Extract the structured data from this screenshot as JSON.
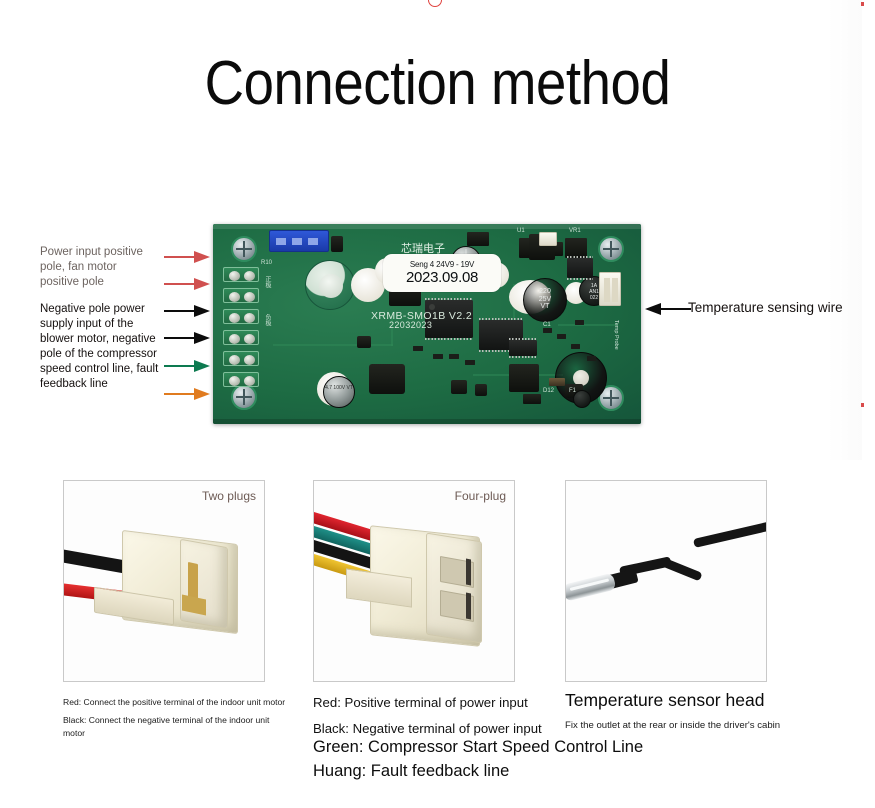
{
  "page": {
    "title": "Connection method",
    "background": "#ffffff"
  },
  "annotations": {
    "left_group_1": {
      "color": "#6d6460",
      "lines": [
        "Power input positive",
        "pole, fan motor",
        "positive pole"
      ]
    },
    "left_group_2": {
      "color": "#15100f",
      "lines": [
        "Negative pole power",
        "supply input of the",
        "blower motor, negative",
        "pole of the compressor",
        "speed control line, fault",
        "feedback line"
      ]
    },
    "right_label": {
      "text": "Temperature sensing wire",
      "color": "#15100f"
    },
    "arrows": [
      {
        "name": "arrow-power-positive-1",
        "color": "#d0504f",
        "direction": "right"
      },
      {
        "name": "arrow-power-positive-2",
        "color": "#d0504f",
        "direction": "right"
      },
      {
        "name": "arrow-negative-1",
        "color": "#0c0c0c",
        "direction": "right"
      },
      {
        "name": "arrow-negative-2",
        "color": "#0c0c0c",
        "direction": "right"
      },
      {
        "name": "arrow-speed-control",
        "color": "#0d7a50",
        "direction": "right"
      },
      {
        "name": "arrow-fault-feedback",
        "color": "#e07b1f",
        "direction": "right"
      },
      {
        "name": "arrow-temperature-wire",
        "color": "#0c0c0c",
        "direction": "left"
      }
    ]
  },
  "pcb": {
    "board_color": "#1d6b43",
    "sticker": {
      "line1": "Seng 4 24V9 - 19V",
      "line2": "2023.09.08"
    },
    "silkscreen": {
      "model": "XRMB-SMO1B V2.2",
      "batch": "22032023",
      "brand_cn": "芯瑞电子",
      "cap_value_line1": "220",
      "cap_value_line2": "25V",
      "cap_value_line3": "VT",
      "cap_small": "4.7 100V VT",
      "ref_u1": "U1",
      "ref_vr1": "VR1",
      "ref_c1": "C1",
      "ref_d12": "D12",
      "ref_f1": "F1",
      "ref_r10": "R10"
    }
  },
  "cards": [
    {
      "name": "two-plug-card",
      "tag": "Two plugs",
      "tag_color": "#6d5b55",
      "caption_lines": [
        "Red: Connect the positive terminal of the indoor unit motor",
        "Black: Connect the negative terminal of the indoor unit",
        "motor"
      ],
      "wire_colors": [
        "#141414",
        "#d41f1f"
      ]
    },
    {
      "name": "four-plug-card",
      "tag": "Four-plug",
      "tag_color": "#6d5b55",
      "caption_lines": [
        "Red: Positive terminal of power input",
        "Black: Negative terminal of power input"
      ],
      "caption_lines_large": [
        "Green: Compressor Start Speed Control Line",
        "Huang: Fault feedback line"
      ],
      "wire_colors": [
        "#cf1f28",
        "#1a7d76",
        "#141414",
        "#e3b21c"
      ]
    },
    {
      "name": "temperature-sensor-card",
      "tag": "",
      "heading": "Temperature sensor head",
      "subtext": "Fix the outlet at the rear or inside the driver's cabin"
    }
  ]
}
